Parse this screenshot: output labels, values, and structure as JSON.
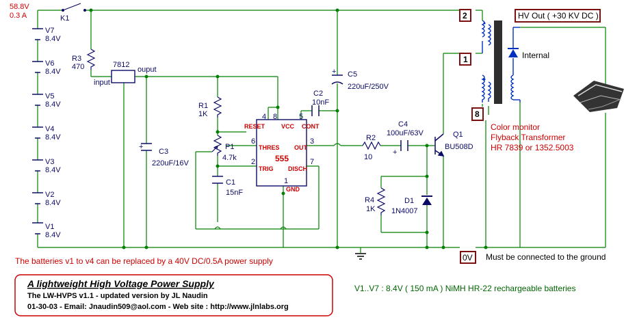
{
  "supply": {
    "voltage": "58.8V",
    "current": "0.3 A"
  },
  "switch": {
    "label": "K1"
  },
  "batteries": [
    {
      "name": "V7",
      "value": "8.4V"
    },
    {
      "name": "V6",
      "value": "8.4V"
    },
    {
      "name": "V5",
      "value": "8.4V"
    },
    {
      "name": "V4",
      "value": "8.4V"
    },
    {
      "name": "V3",
      "value": "8.4V"
    },
    {
      "name": "V2",
      "value": "8.4V"
    },
    {
      "name": "V1",
      "value": "8.4V"
    }
  ],
  "r3": {
    "name": "R3",
    "value": "470"
  },
  "regulator": {
    "name": "7812",
    "input": "input",
    "output": "ouput"
  },
  "r1": {
    "name": "R1",
    "value": "1K"
  },
  "p1": {
    "name": "P1",
    "value": "4.7k"
  },
  "c1": {
    "name": "C1",
    "value": "15nF"
  },
  "c2": {
    "name": "C2",
    "value": "10nF"
  },
  "c3": {
    "name": "C3",
    "value": "220uF/16V"
  },
  "c4": {
    "name": "C4",
    "value": "100uF/63V"
  },
  "c5": {
    "name": "C5",
    "value": "220uF/250V"
  },
  "r2": {
    "name": "R2",
    "value": "10"
  },
  "r4": {
    "name": "R4",
    "value": "1K"
  },
  "d1": {
    "name": "D1",
    "value": "1N4007"
  },
  "q1": {
    "name": "Q1",
    "value": "BU508D"
  },
  "ic": {
    "name": "555",
    "pins": {
      "p4": "4",
      "p8": "8",
      "p5": "5",
      "p6": "6",
      "p3": "3",
      "p2": "2",
      "p7": "7",
      "p1": "1"
    },
    "labels": {
      "reset": "RESET",
      "vcc": "VCC",
      "cont": "CONT",
      "thres": "THRES",
      "out": "OUT",
      "trig": "TRIG",
      "disch": "DISCH",
      "gnd": "GND"
    }
  },
  "transformer": {
    "pin2": "2",
    "pin1": "1",
    "pin8": "8",
    "pin0v": "0V",
    "internal": "Internal",
    "hv_out": "HV Out ( +30 KV DC )",
    "desc1": "Color monitor",
    "desc2": "Flyback Transformer",
    "desc3": "HR 7839 or 1352.5003",
    "ground_note": "Must be connected to the ground"
  },
  "notes": {
    "batteries_note": "The batteries v1 to v4 can be replaced by a 40V DC/0.5A power supply",
    "battery_spec": "V1..V7 : 8.4V ( 150 mA ) NiMH HR-22 rechargeable batteries"
  },
  "titleblock": {
    "title": "A lightweight High Voltage Power Supply",
    "line1": "The LW-HVPS v1.1 - updated version by JL Naudin",
    "line2": "01-30-03 - Email: Jnaudin509@aol.com - Web site :  http://www.jlnlabs.org"
  }
}
